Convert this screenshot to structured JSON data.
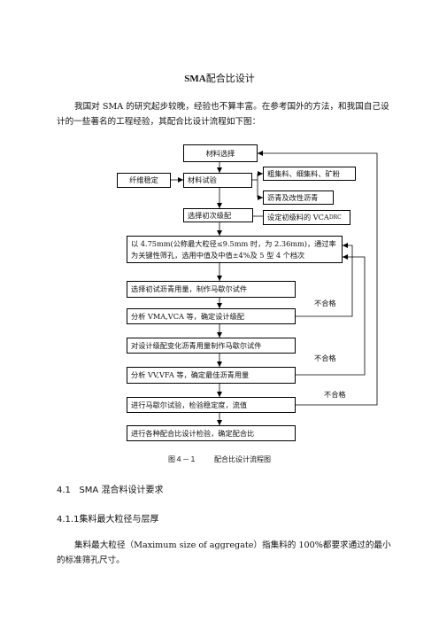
{
  "title_prefix": "SMA",
  "title_rest": "配合比设计",
  "intro": "我国对 SMA 的研究起步较晚，经验也不算丰富。在参考国外的方法，和我国自己设计的一些著名的工程经验，其配合比设计流程如下图：",
  "flow": {
    "material_select": "材料选择",
    "fiber_stability": "纤维稳定",
    "material_test": "材料试验",
    "aggregates": "粗集料、细集料、矿粉",
    "asphalt": "沥青及改性沥青",
    "initial_gradation": "选择初次级配",
    "vca_prefix": "设定初级料的 VCA",
    "vca_sub": "DRC",
    "sieve_text": "以 4.75mm(公称最大粒径≤9.5mm 时，为 2.36mm)，通过率为关键性筛孔，选用中值及中值±4%及 5 型 4 个档次",
    "step1": "选择初试沥青用量，制作马歇尔试件",
    "step2": "分析 VMA,VCA 等，确定设计级配",
    "step3": "对设计级配变化沥青用量制作马歇尔试件",
    "step4": "分析 VV,VFA 等，确定最佳沥青用量",
    "step5": "进行马歇尔试验，检验稳定度，流值",
    "step6": "进行各种配合比设计检验，确定配合比",
    "fail1": "不合格",
    "fail2": "不合格",
    "fail3": "不合格"
  },
  "caption_fig": "图４－１",
  "caption_text": "配合比设计流程图",
  "section_num": "4.1",
  "section_title": "SMA 混合料设计要求",
  "subsection_num": "4.1.1",
  "subsection_title": "集料最大粒径与层厚",
  "body_text": "集料最大粒径（Maximum size of aggregate）指集料的 100%都要求通过的最小的标准筛孔尺寸。"
}
